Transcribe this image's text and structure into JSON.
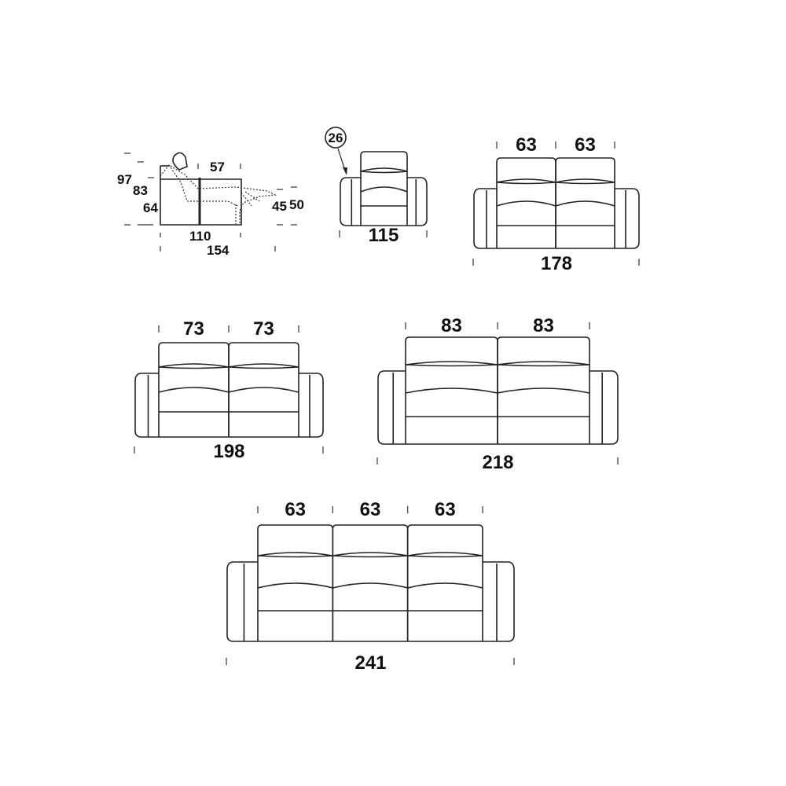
{
  "side_view": {
    "labels": [
      "97",
      "83",
      "64",
      "57",
      "45",
      "50",
      "110",
      "154"
    ]
  },
  "armchair": {
    "width_label": "115",
    "callout": "26"
  },
  "sofas": [
    {
      "name": "sofa-2-seat-178",
      "seat_labels": [
        "63",
        "63"
      ],
      "total_label": "178"
    },
    {
      "name": "sofa-2-seat-198",
      "seat_labels": [
        "73",
        "73"
      ],
      "total_label": "198"
    },
    {
      "name": "sofa-2-seat-218",
      "seat_labels": [
        "83",
        "83"
      ],
      "total_label": "218"
    },
    {
      "name": "sofa-3-seat-241",
      "seat_labels": [
        "63",
        "63",
        "63"
      ],
      "total_label": "241"
    }
  ]
}
